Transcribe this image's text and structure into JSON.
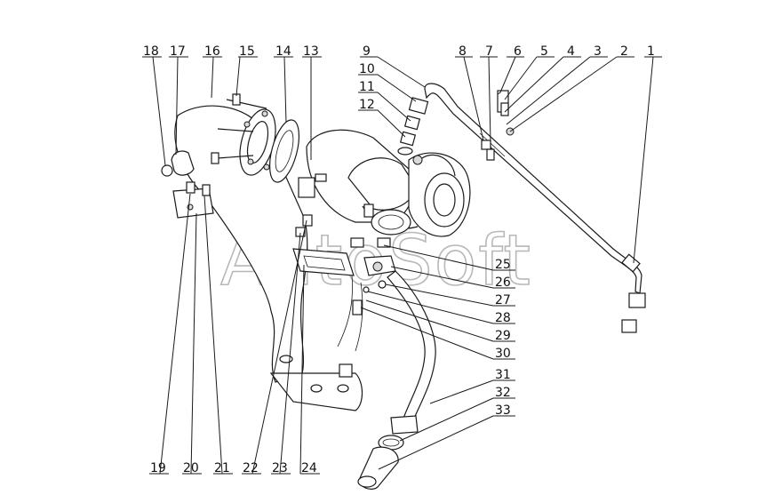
{
  "watermark": "AutoSoft",
  "callouts": {
    "c1": "1",
    "c2": "2",
    "c3": "3",
    "c4": "4",
    "c5": "5",
    "c6": "6",
    "c7": "7",
    "c8": "8",
    "c9": "9",
    "c10": "10",
    "c11": "11",
    "c12": "12",
    "c13": "13",
    "c14": "14",
    "c15": "15",
    "c16": "16",
    "c17": "17",
    "c18": "18",
    "c19": "19",
    "c20": "20",
    "c21": "21",
    "c22": "22",
    "c23": "23",
    "c24": "24",
    "c25": "25",
    "c26": "26",
    "c27": "27",
    "c28": "28",
    "c29": "29",
    "c30": "30",
    "c31": "31",
    "c32": "32",
    "c33": "33"
  }
}
